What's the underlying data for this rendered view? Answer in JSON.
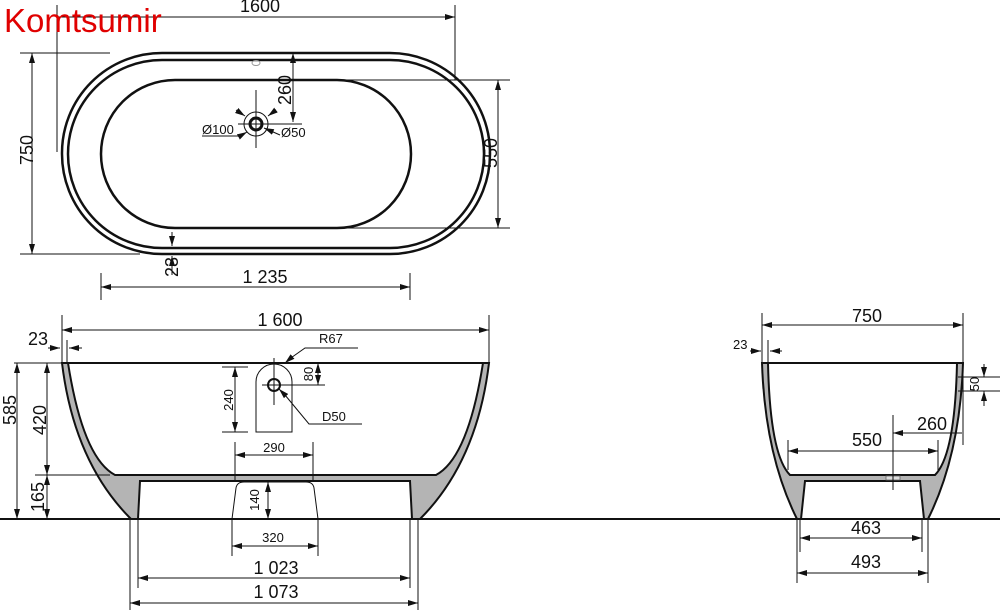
{
  "watermark": "Komtsumir",
  "top_view": {
    "length": "1600",
    "width": "750",
    "inner_width": "550",
    "drain_offset": "260",
    "rim": "23",
    "inner_length": "1 235",
    "drain_outer": "Ø100",
    "drain_inner": "Ø50"
  },
  "side_view": {
    "length": "1 600",
    "rim": "23",
    "overall_height": "585",
    "basin_depth": "420",
    "base_height": "165",
    "overflow_height": "240",
    "overflow_top": "80",
    "overflow_radius": "R67",
    "overflow_diameter": "D50",
    "drain_cutout_top": "290",
    "drain_cutout_height": "140",
    "drain_cutout_bottom": "320",
    "base_inner": "1 023",
    "base_outer": "1 073"
  },
  "end_view": {
    "width": "750",
    "rim": "23",
    "overflow": "50",
    "drain_offset": "260",
    "inner_width": "550",
    "base_inner": "463",
    "base_outer": "493"
  },
  "colors": {
    "watermark": "#e00000",
    "shell": "#b4b4b4"
  }
}
